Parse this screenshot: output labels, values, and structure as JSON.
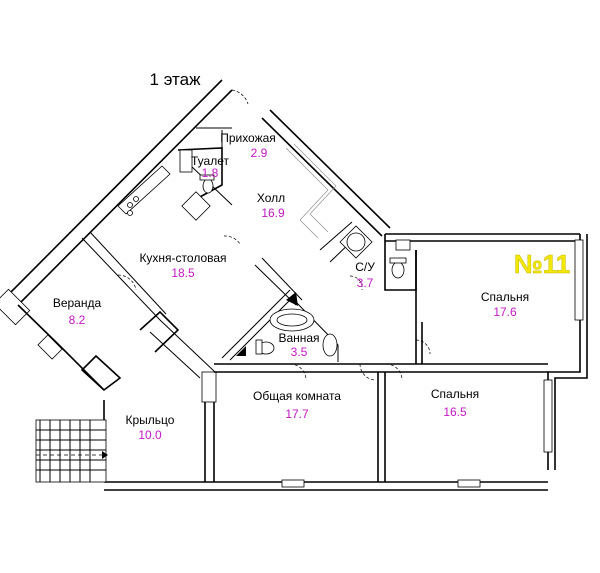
{
  "plan": {
    "floor_label": "1 этаж",
    "apartment_number": "№11",
    "colors": {
      "walls": "#000000",
      "area_text": "#c418c4",
      "apartment_number": "#f2e800"
    },
    "rooms": [
      {
        "id": "prihozhaya",
        "name": "Прихожая",
        "area": "2.9"
      },
      {
        "id": "tualet",
        "name": "Туалет",
        "area": "1.8"
      },
      {
        "id": "holl",
        "name": "Холл",
        "area": "16.9"
      },
      {
        "id": "kuhnya",
        "name": "Кухня-столовая",
        "area": "18.5"
      },
      {
        "id": "su",
        "name": "С/У",
        "area": "3.7"
      },
      {
        "id": "spalnya1",
        "name": "Спальня",
        "area": "17.6"
      },
      {
        "id": "veranda",
        "name": "Веранда",
        "area": "8.2"
      },
      {
        "id": "vannaya",
        "name": "Ванная",
        "area": "3.5"
      },
      {
        "id": "obschaya",
        "name": "Общая комната",
        "area": "17.7"
      },
      {
        "id": "spalnya2",
        "name": "Спальня",
        "area": "16.5"
      },
      {
        "id": "kryltso",
        "name": "Крыльцо",
        "area": "10.0"
      }
    ]
  }
}
